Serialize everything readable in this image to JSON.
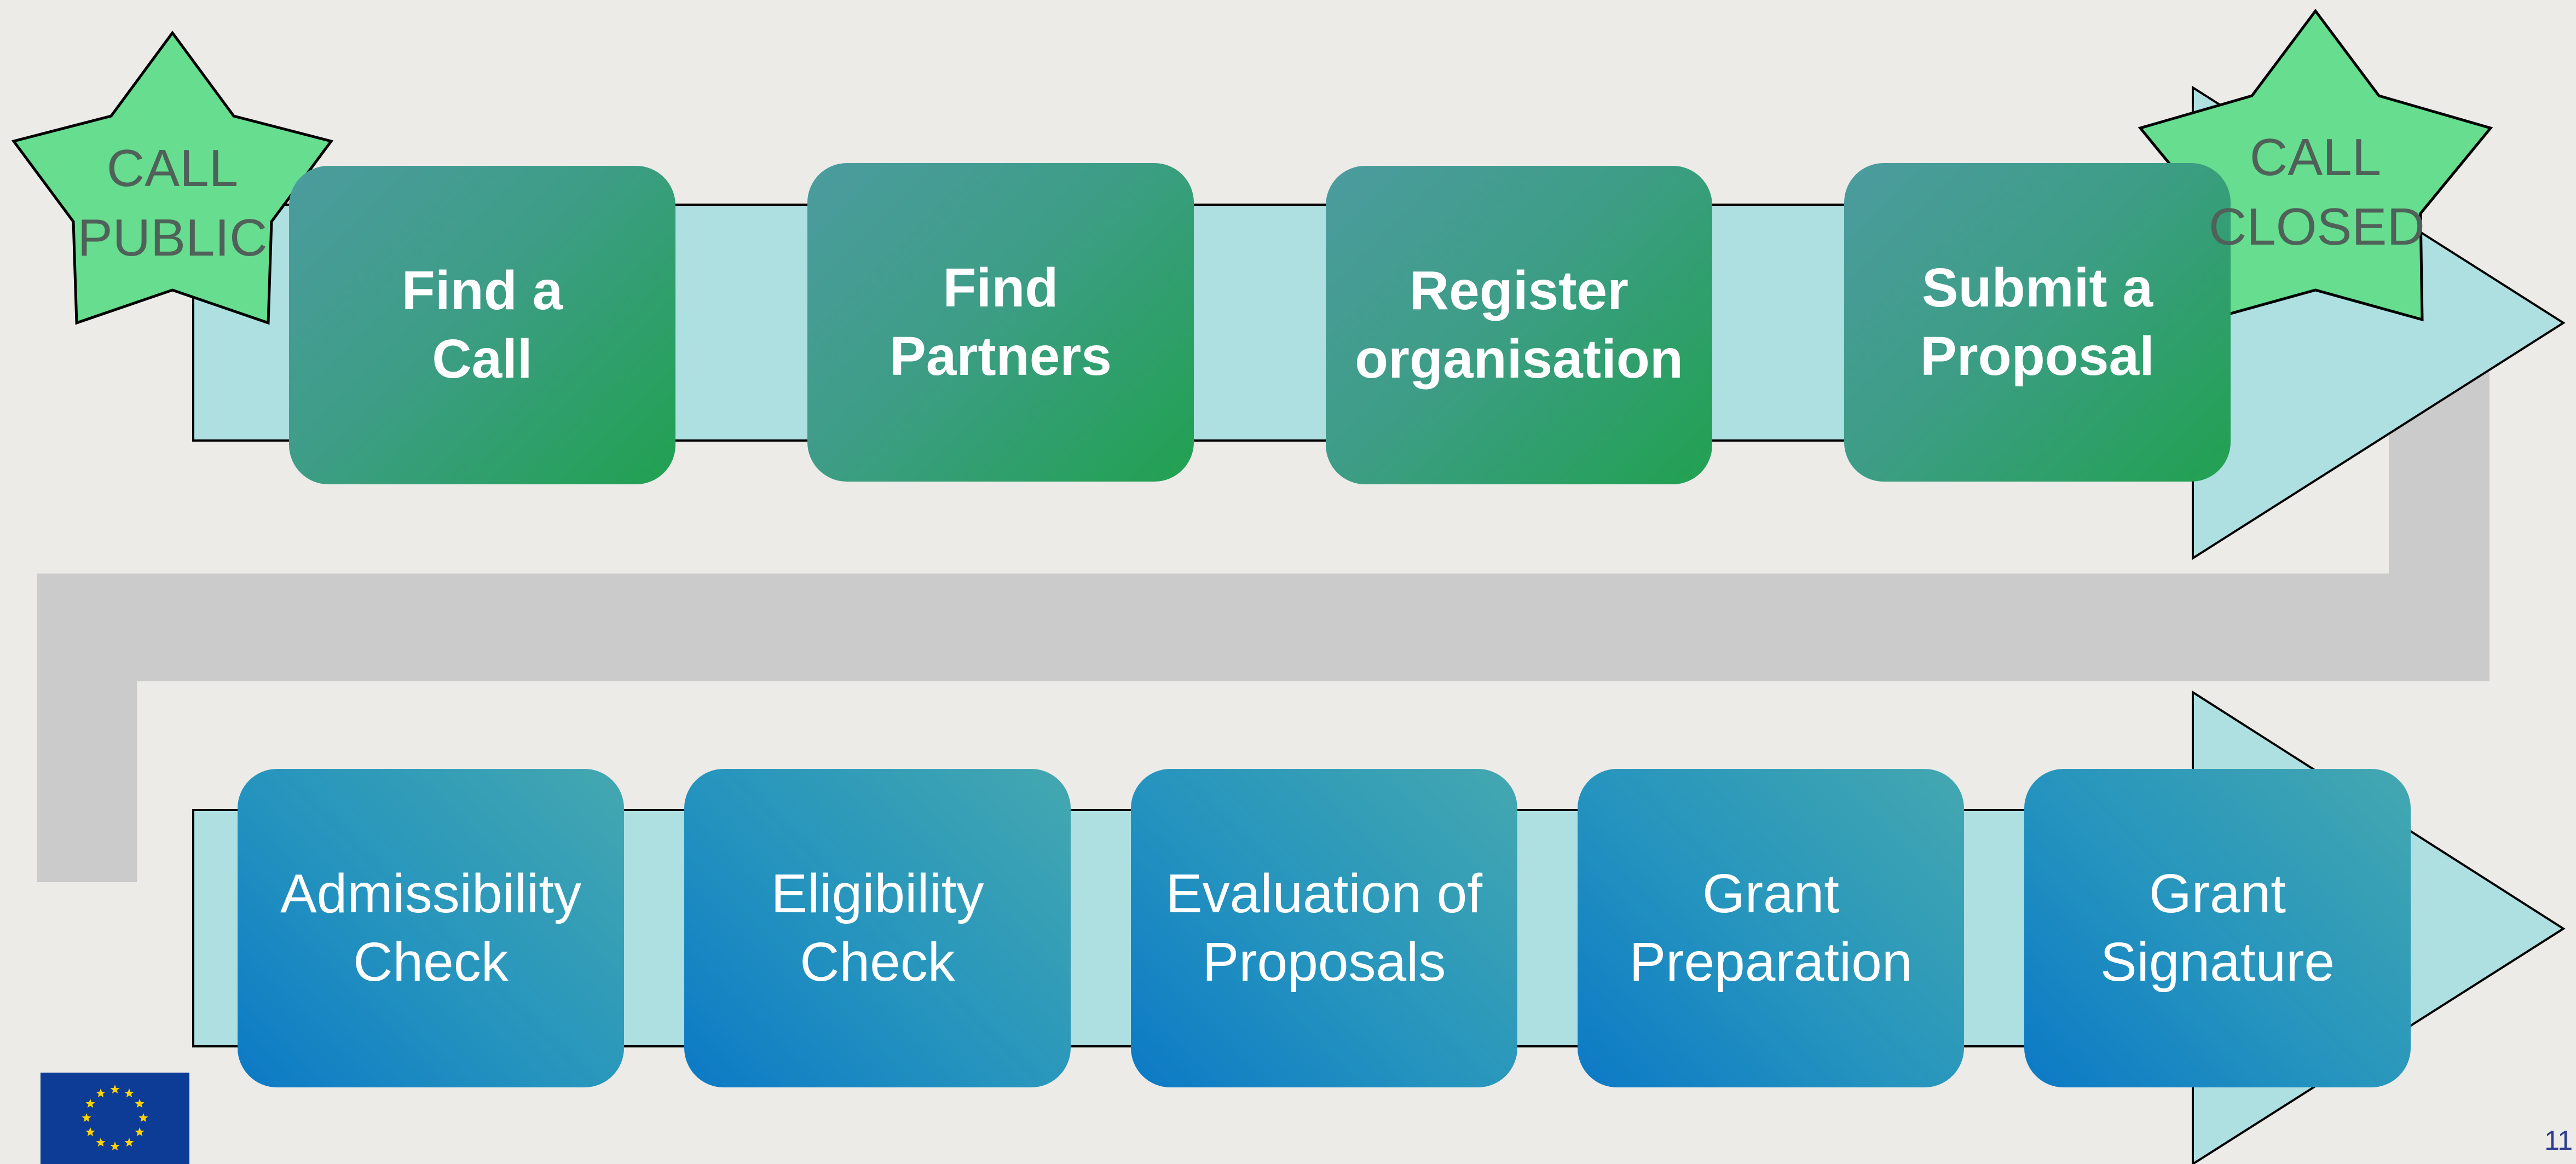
{
  "top_row": {
    "steps": [
      "Find a\nCall",
      "Find\nPartners",
      "Register\norganisation",
      "Submit a\nProposal"
    ]
  },
  "bottom_row": {
    "steps": [
      "Admissibility\nCheck",
      "Eligibility\nCheck",
      "Evaluation of\nProposals",
      "Grant\nPreparation",
      "Grant\nSignature"
    ]
  },
  "milestones": {
    "start": "CALL\nPUBLIC",
    "end": "CALL\nCLOSED"
  },
  "footer": {
    "page_number": "11",
    "logo": "eu-flag"
  },
  "colors": {
    "background": "#ecebe8",
    "arrow_band": "#aee0e2",
    "connector": "#cbcbcb",
    "star": "#66dd8f",
    "top_step_gradient": [
      "#4c9c9f",
      "#21a150"
    ],
    "bottom_step_gradient": [
      "#0c79c6",
      "#44a8b0"
    ]
  }
}
